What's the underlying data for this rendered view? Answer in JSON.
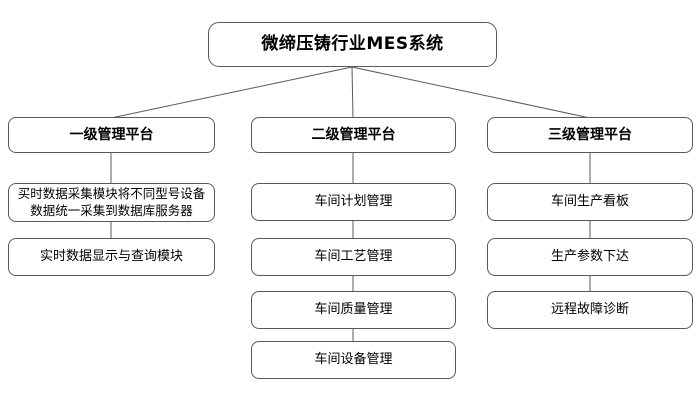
{
  "diagram": {
    "title": "微缔压铸行业MES系统",
    "colors": {
      "box_fill": "#ffffff",
      "box_border": "#595959",
      "text": "#000000",
      "connector": "#595959"
    },
    "columns": [
      {
        "header": "一级管理平台",
        "children": [
          "买时数据采集模块将不同型号设备数据统一采集到数据库服务器",
          "实时数据显示与查询模块"
        ]
      },
      {
        "header": "二级管理平台",
        "children": [
          "车间计划管理",
          "车间工艺管理",
          "车间质量管理",
          "车间设备管理"
        ]
      },
      {
        "header": "三级管理平台",
        "children": [
          "车间生产看板",
          "生产参数下达",
          "远程故障诊断"
        ]
      }
    ]
  }
}
